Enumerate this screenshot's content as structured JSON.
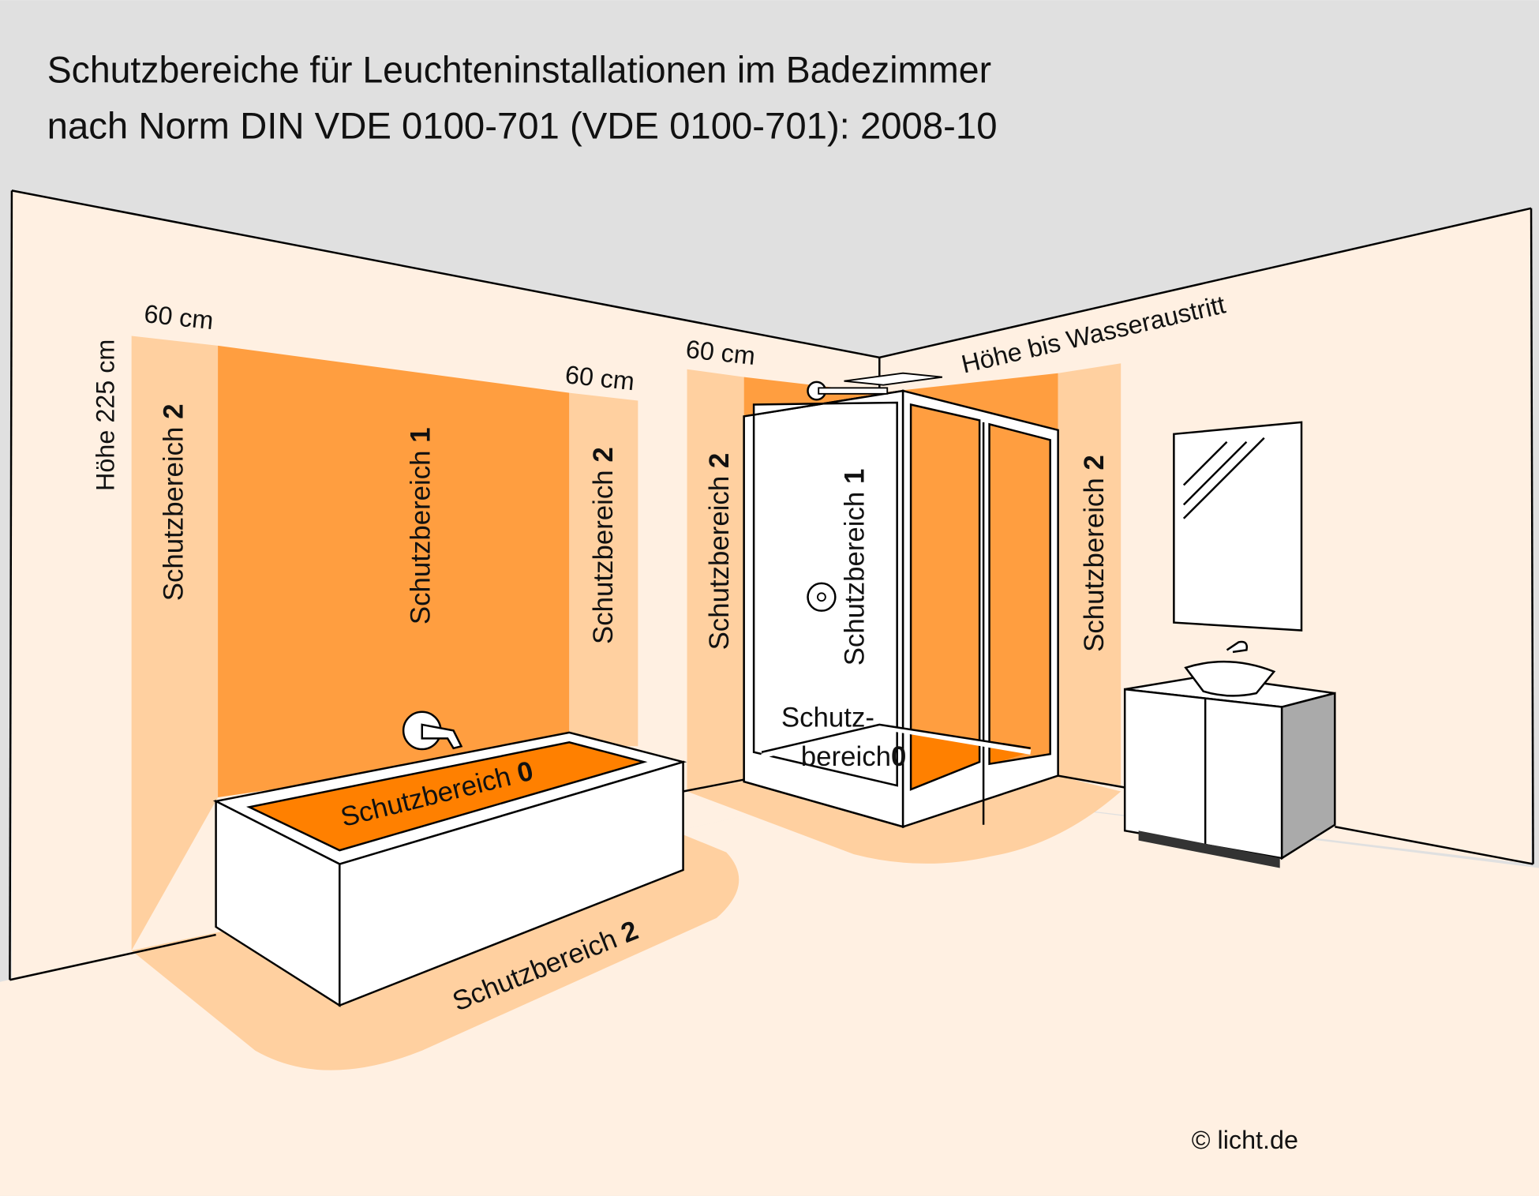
{
  "title": {
    "line1": "Schutzbereiche für Leuchteninstallationen im Badezimmer",
    "line2": "nach Norm DIN VDE 0100-701 (VDE 0100-701): 2008-10"
  },
  "labels": {
    "height": "Höhe 225 cm",
    "dist_left": "60 cm",
    "dist_tub_right": "60 cm",
    "dist_shower": "60 cm",
    "water_height": "Höhe bis Wasseraustritt",
    "zone_word": "Schutzbereich",
    "zone_split_1": "Schutz-",
    "zone_split_2": "bereich",
    "zone0": "0",
    "zone1": "1",
    "zone2": "2",
    "copyright": "© licht.de"
  },
  "colors": {
    "ceiling": "#e0e0e0",
    "wall": "#fff0e2",
    "zone0": "#ff8000",
    "zone1": "#ff9e40",
    "zone2": "#ffd0a0"
  }
}
